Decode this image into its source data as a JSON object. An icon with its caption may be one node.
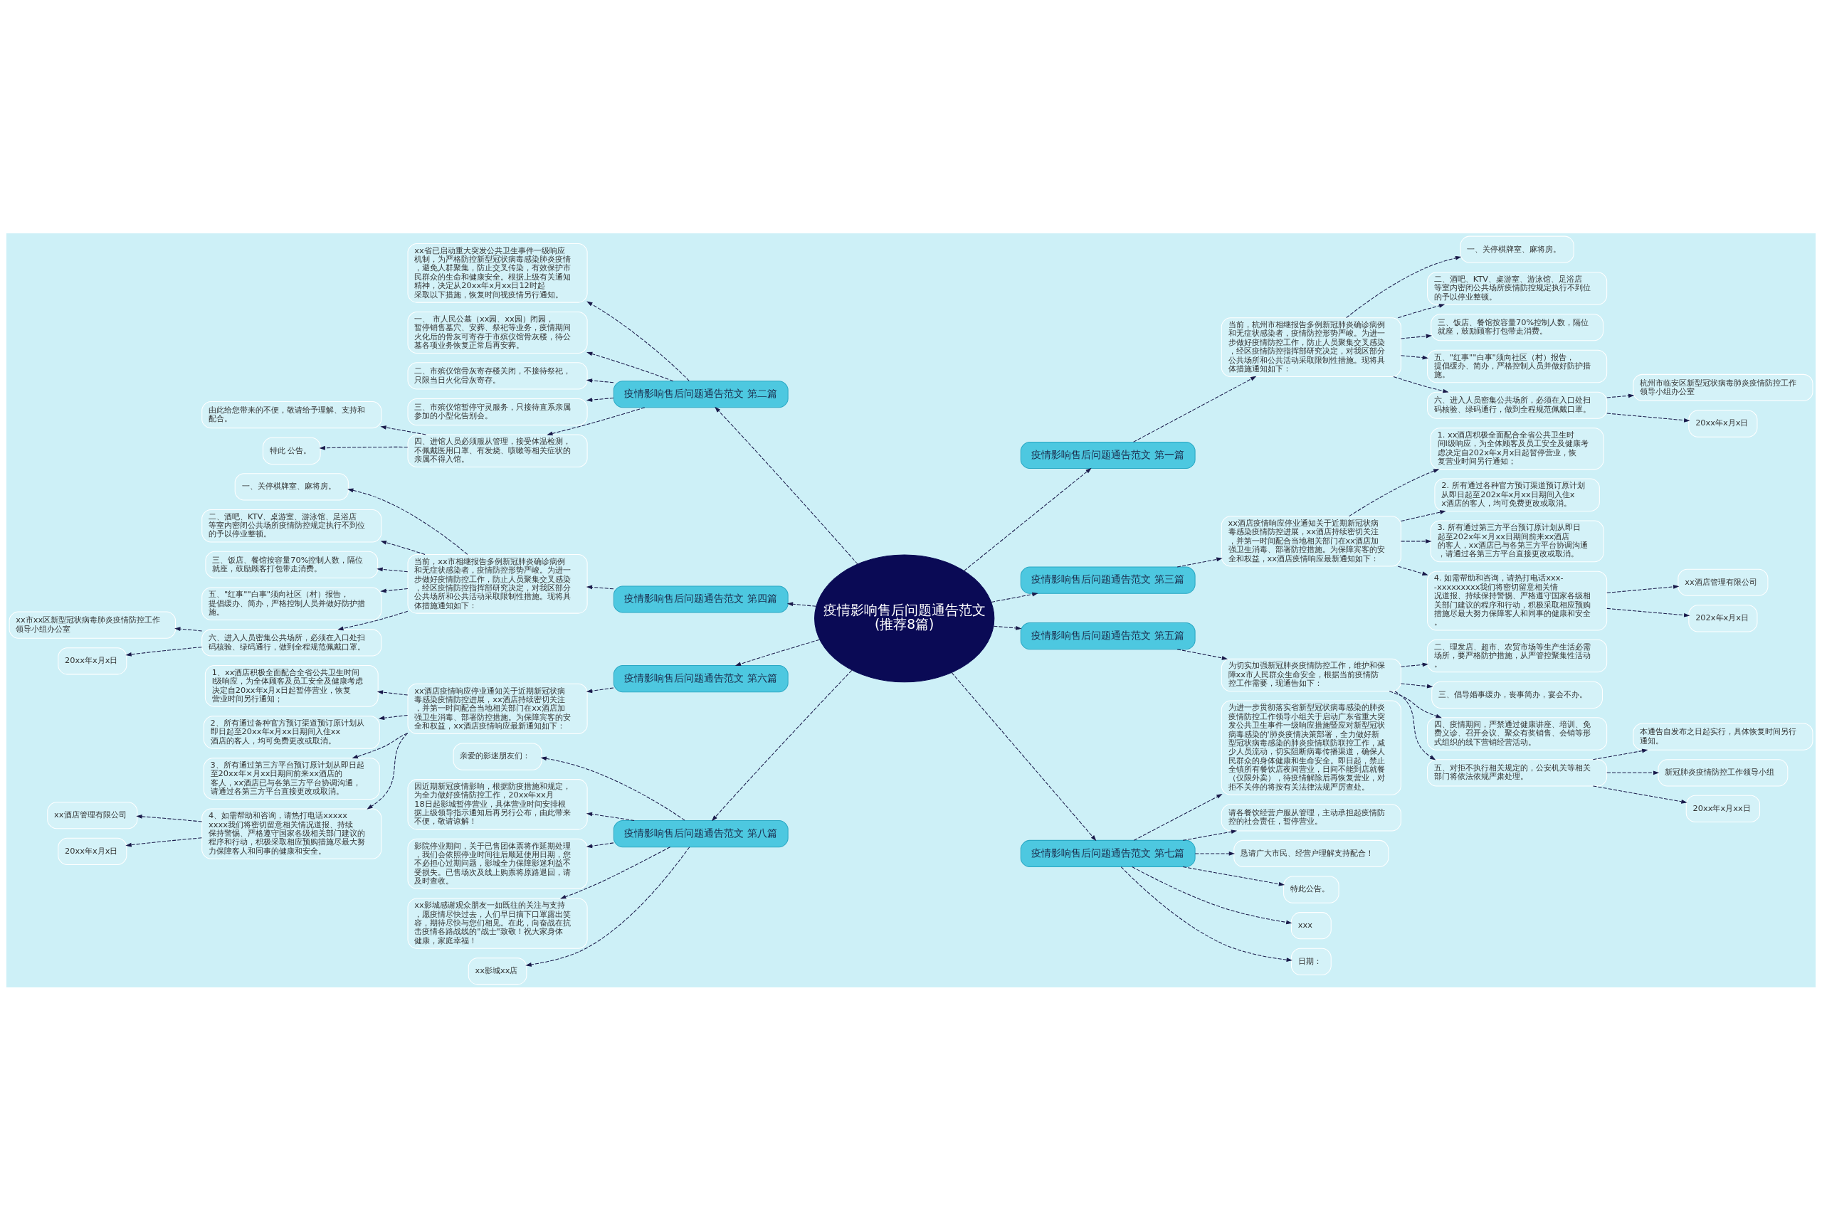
{
  "diagram": {
    "nodes": [
      {
        "text": [
          "疫情影响售后问题通告范文(推荐8篇)"
        ]
      },
      {
        "text": [
          "疫情影响售后问题通告范文 第一篇"
        ]
      },
      {
        "text": [
          "当前，杭州市相继报告多例新冠肺炎确诊病例和无症状感染者，疫情防控形势严峻。为进一步做好疫情防控工作，防止人员聚集交叉感染，经区疫情防控指挥部研究决定，对我区部分公共场所和公共活动采取限制性措施。现将具体措施通知如下："
        ]
      },
      {
        "text": [
          "一、关停棋牌室、麻将房。"
        ]
      },
      {
        "text": [
          "二、酒吧、KTV、桌游室、游泳馆、足浴店等室内密闭公共场所疫情防控规定执行不到位的予以停业整顿。"
        ]
      },
      {
        "text": [
          "三、饭店、餐馆按容量70%控制人数，隔位就座，鼓励顾客打包带走消费。"
        ]
      },
      {
        "text": [
          "五、\"红事\"\"白事\"须向社区（村）报告，提倡缓办、简办，严格控制人员并做好防护措施。"
        ]
      },
      {
        "text": [
          "六、进入人员密集公共场所，必须在入口处扫码核验、绿码通行，做到全程规范佩戴口罩。"
        ]
      },
      {
        "text": [
          "杭州市临安区新型冠状病毒肺炎疫情防控工作领导小组办公室"
        ]
      },
      {
        "text": [
          "20xx年x月x日"
        ]
      },
      {
        "text": [
          "疫情影响售后问题通告范文 第二篇"
        ]
      },
      {
        "text": [
          "xx省已启动重大突发公共卫生事件一级响应机制，为严格防控新型冠状病毒感染肺炎疫情，避免人群聚集，防止交叉传染，有效保护市民群众的生命和健康安全。根据上级有关通知精神，决定从20xx年x月xx日12时起采取以下措施，恢复时间视疫情另行通知。"
        ]
      },
      {
        "text": [
          "一、 市人民公墓（xx园、xx园）闭园，暂停销售墓穴、安葬、祭祀等业务，疫情期间火化后的骨灰可寄存于市殡仪馆骨灰楼，待公墓各项业务恢复正常后再安葬。"
        ]
      },
      {
        "text": [
          "二、市殡仪馆骨灰寄存楼关闭，不接待祭祀，只限当日火化骨灰寄存。"
        ]
      },
      {
        "text": [
          "三、市殡仪馆暂停守灵服务，只接待直系亲属参加的小型化告别会。"
        ]
      },
      {
        "text": [
          "四、进馆人员必须服从管理，接受体温检测，不佩戴医用口罩、有发烧、咳嗽等相关症状的亲属不得入馆。"
        ]
      },
      {
        "text": [
          "由此给您带来的不便，敬请给予理解、支持和配合。"
        ]
      },
      {
        "text": [
          "特此 公告。"
        ]
      },
      {
        "text": [
          "疫情影响售后问题通告范文 第三篇"
        ]
      },
      {
        "text": [
          "xx酒店疫情响应停业通知关于近期新冠状病毒感染疫情防控进展，xx酒店持续密切关注，并第一时间配合当地相关部门在xx酒店加强卫生消毒、部署防控措施。为保障宾客的安全和权益，xx酒店疫情响应最新通知如下："
        ]
      },
      {
        "text": [
          "1. xx酒店积极全面配合全省公共卫生时间Ⅰ级响应，为全体顾客及员工安全及健康考虑决定自202x年x月x日起暂停营业，恢复营业时间另行通知；"
        ]
      },
      {
        "text": [
          "2. 所有通过各种官方预订渠道预订原计划从即日起至202x年x月xx日期间入住xx酒店的客人，均可免费更改或取消。"
        ]
      },
      {
        "text": [
          "3. 所有通过第三方平台预订原计划从即日起至202x年×月xx日期间前来xx酒店的客人，xx酒店已与各第三方平台协调沟通，请通过各第三方平台直接更改或取消。"
        ]
      },
      {
        "text": [
          "4. 如需帮助和咨询，请热打电话xxx--xxxxxxxxx我们将密切留意相关情况道报、持续保持警惕、严格遵守国家各级相关部门建议的程序和行动，积极采取相应预购措施尽最大努力保障客人和同事的健康和安全。"
        ]
      },
      {
        "text": [
          "xx酒店管理有限公司"
        ]
      },
      {
        "text": [
          "202x年x月x日"
        ]
      },
      {
        "text": [
          "疫情影响售后问题通告范文 第四篇"
        ]
      },
      {
        "text": [
          "当前，xx市相继报告多例新冠肺炎确诊病例和无症状感染者，疫情防控形势严峻。为进一步做好疫情防控工作，防止人员聚集交叉感染，经区疫情防控指挥部研究决定，对我区部分公共场所和公共活动采取限制性措施。现将具体措施通知如下："
        ]
      },
      {
        "text": [
          "一、关停棋牌室、麻将房。"
        ]
      },
      {
        "text": [
          "二、酒吧、KTV、桌游室、游泳馆、足浴店等室内密闭公共场所疫情防控规定执行不到位的予以停业整顿。"
        ]
      },
      {
        "text": [
          "三、饭店、餐馆按容量70%控制人数，隔位就座，鼓励顾客打包带走消费。"
        ]
      },
      {
        "text": [
          "五、\"红事\"\"白事\"须向社区（村）报告，提倡缓办、简办，严格控制人员并做好防护措施。"
        ]
      },
      {
        "text": [
          "六、进入人员密集公共场所，必须在入口处扫码核验、绿码通行，做到全程规范佩戴口罩。"
        ]
      },
      {
        "text": [
          "xx市xx区新型冠状病毒肺炎疫情防控工作领导小组办公室"
        ]
      },
      {
        "text": [
          "20xx年x月x日"
        ]
      },
      {
        "text": [
          "疫情影响售后问题通告范文 第五篇"
        ]
      },
      {
        "text": [
          "为切实加强新冠肺炎疫情防控工作，维护和保障xx市人民群众生命安全，根据当前疫情防控工作需要，现通告如下："
        ]
      },
      {
        "text": [
          "二、理发店、超市、农贸市场等生产生活必需场所，要严格防护措施，从严管控聚集性活动。"
        ]
      },
      {
        "text": [
          "三、倡导婚事缓办，丧事简办，宴会不办。"
        ]
      },
      {
        "text": [
          "四、疫情期间，严禁通过健康讲座、培训、免费义诊、召开会议、聚众有奖销售、会销等形式组织的线下营销经营活动。"
        ]
      },
      {
        "text": [
          "五、对拒不执行相关规定的，公安机关等相关部门将依法依规严肃处理。"
        ]
      },
      {
        "text": [
          "本通告自发布之日起实行，具体恢复时间另行通知。"
        ]
      },
      {
        "text": [
          "新冠肺炎疫情防控工作领导小组"
        ]
      },
      {
        "text": [
          "20xx年x月xx日"
        ]
      },
      {
        "text": [
          "疫情影响售后问题通告范文 第六篇"
        ]
      },
      {
        "text": [
          "xx酒店疫情响应停业通知关于近期新冠状病毒感染疫情防控进展，xx酒店持续密切关注，并第一时间配合当地相关部门在xx酒店加强卫生消毒、部署防控措施。为保障宾客的安全和权益，xx酒店疫情响应最新通知如下："
        ]
      },
      {
        "text": [
          "1、xx酒店积极全面配合全省公共卫生时间Ⅰ级响应，为全体顾客及员工安全及健康考虑决定自20xx年x月x日起暂停营业，恢复营业时间另行通知；"
        ]
      },
      {
        "text": [
          "2、所有通过备种官方预订渠道预订原计划从即日起至20xx年x月xx日期间入住xx酒店的客人，均可免费更改或取消。"
        ]
      },
      {
        "text": [
          "3、所有通过第三方平台预订原计划从即日起至20xx年×月xx日期间前来xx酒店的客人，xx酒店已与各第三方平台协调沟通，请通过各第三方平台直接更改或取消。"
        ]
      },
      {
        "text": [
          "4、如需帮助和咨询，请热打电话xxxxxxxxx我们将密切留意相关情况道报、持续保持警惕、严格遵守国家各级相关部门建议的程序和行动，积极采取相应预购措施尽最大努力保障客人和同事的健康和安全。"
        ]
      },
      {
        "text": [
          "xx酒店管理有限公司"
        ]
      },
      {
        "text": [
          "20xx年x月x日"
        ]
      },
      {
        "text": [
          "疫情影响售后问题通告范文 第七篇"
        ]
      },
      {
        "text": [
          "为进一步贯彻落实省新型冠状病毒感染的肺炎疫情防控工作领导小组关于启动广东省重大突发公共卫生事件一级响应措施暨应对新型冠状病毒感染的'肺炎疫情决策部署，全力做好新型冠状病毒感染的肺炎疫情联防联控工作，减少人员流动，切实阻断病毒传播渠道，确保人民群众的身体健康和生命安全。即日起，禁止全镇所有餐饮店夜间营业，日间不能到店就餐（仅限外卖），待疫情解除后再恢复营业，对拒不关停的将按有关法律法规严厉查处。"
        ]
      },
      {
        "text": [
          "请各餐饮经营户服从管理，主动承担起疫情防控的社会责任，暂停营业。"
        ]
      },
      {
        "text": [
          "恳请广大市民、经营户理解支持配合！"
        ]
      },
      {
        "text": [
          "特此公告。"
        ]
      },
      {
        "text": [
          "xxx"
        ]
      },
      {
        "text": [
          "日期："
        ]
      },
      {
        "text": [
          "疫情影响售后问题通告范文 第八篇"
        ]
      },
      {
        "text": [
          "亲爱的影迷朋友们："
        ]
      },
      {
        "text": [
          "因近期新冠疫情影响，根据防疫措施和规定，为全力做好疫情防控工作，20xx年xx月18日起影城暂停营业，具体营业时间安排根据上级领导指示通知后再另行公布，由此带来不便，敬请谅解！"
        ]
      },
      {
        "text": [
          "影院停业期间，关于已售团体票将作延期处理，我们会依照停业时间往后顺延使用日期，您不必担心过期问题，影城全力保障影迷利益不受损失。已售场次及线上购票将原路退回，请及时查收。"
        ]
      },
      {
        "text": [
          "xx影城感谢观众朋友一如既往的关注与支持，愿疫情尽快过去，人们早日摘下口罩露出笑容，期待尽快与您们相见。在此，向奋战在抗击疫情各路战线的\"战士\"致敬！祝大家身体健康，家庭幸福！"
        ]
      },
      {
        "text": [
          "xx影城xx店"
        ]
      }
    ],
    "edges": [
      {
        "from": 0,
        "to": 1,
        "arrow": "to",
        "style": "dashed"
      },
      {
        "from": 1,
        "to": 2,
        "arrow": "to",
        "style": "dashed"
      },
      {
        "from": 2,
        "to": 3,
        "arrow": "to",
        "style": "dashed"
      },
      {
        "from": 2,
        "to": 4,
        "arrow": "to",
        "style": "dashed"
      },
      {
        "from": 2,
        "to": 5,
        "arrow": "to",
        "style": "dashed"
      },
      {
        "from": 2,
        "to": 6,
        "arrow": "to",
        "style": "dashed"
      },
      {
        "from": 2,
        "to": 7,
        "arrow": "to",
        "style": "dashed"
      },
      {
        "from": 7,
        "to": 8,
        "arrow": "to",
        "style": "dashed"
      },
      {
        "from": 7,
        "to": 9,
        "arrow": "to",
        "style": "dashed"
      },
      {
        "from": 0,
        "to": 10,
        "arrow": "to",
        "style": "dashed"
      },
      {
        "from": 10,
        "to": 11,
        "arrow": "to",
        "style": "dashed"
      },
      {
        "from": 10,
        "to": 12,
        "arrow": "to",
        "style": "dashed"
      },
      {
        "from": 10,
        "to": 13,
        "arrow": "to",
        "style": "dashed"
      },
      {
        "from": 10,
        "to": 14,
        "arrow": "to",
        "style": "dashed"
      },
      {
        "from": 10,
        "to": 15,
        "arrow": "to",
        "style": "dashed"
      },
      {
        "from": 15,
        "to": 16,
        "arrow": "to",
        "style": "dashed"
      },
      {
        "from": 15,
        "to": 17,
        "arrow": "to",
        "style": "dashed"
      },
      {
        "from": 0,
        "to": 18,
        "arrow": "to",
        "style": "dashed"
      },
      {
        "from": 18,
        "to": 19,
        "arrow": "to",
        "style": "dashed"
      },
      {
        "from": 19,
        "to": 20,
        "arrow": "to",
        "style": "dashed"
      },
      {
        "from": 19,
        "to": 21,
        "arrow": "to",
        "style": "dashed"
      },
      {
        "from": 19,
        "to": 22,
        "arrow": "to",
        "style": "dashed"
      },
      {
        "from": 19,
        "to": 23,
        "arrow": "to",
        "style": "dashed"
      },
      {
        "from": 23,
        "to": 24,
        "arrow": "to",
        "style": "dashed"
      },
      {
        "from": 23,
        "to": 25,
        "arrow": "to",
        "style": "dashed"
      },
      {
        "from": 0,
        "to": 26,
        "arrow": "to",
        "style": "dashed"
      },
      {
        "from": 26,
        "to": 27,
        "arrow": "to",
        "style": "dashed"
      },
      {
        "from": 27,
        "to": 28,
        "arrow": "to",
        "style": "dashed"
      },
      {
        "from": 27,
        "to": 29,
        "arrow": "to",
        "style": "dashed"
      },
      {
        "from": 27,
        "to": 30,
        "arrow": "to",
        "style": "dashed"
      },
      {
        "from": 27,
        "to": 31,
        "arrow": "to",
        "style": "dashed"
      },
      {
        "from": 27,
        "to": 32,
        "arrow": "to",
        "style": "dashed"
      },
      {
        "from": 32,
        "to": 33,
        "arrow": "to",
        "style": "dashed"
      },
      {
        "from": 32,
        "to": 34,
        "arrow": "to",
        "style": "dashed"
      },
      {
        "from": 0,
        "to": 35,
        "arrow": "to",
        "style": "dashed"
      },
      {
        "from": 35,
        "to": 36,
        "arrow": "to",
        "style": "dashed"
      },
      {
        "from": 36,
        "to": 37,
        "arrow": "to",
        "style": "dashed"
      },
      {
        "from": 36,
        "to": 38,
        "arrow": "to",
        "style": "dashed"
      },
      {
        "from": 36,
        "to": 39,
        "arrow": "to",
        "style": "dashed"
      },
      {
        "from": 36,
        "to": 40,
        "arrow": "to",
        "style": "dashed"
      },
      {
        "from": 40,
        "to": 41,
        "arrow": "to",
        "style": "dashed"
      },
      {
        "from": 40,
        "to": 42,
        "arrow": "to",
        "style": "dashed"
      },
      {
        "from": 40,
        "to": 43,
        "arrow": "to",
        "style": "dashed"
      },
      {
        "from": 0,
        "to": 44,
        "arrow": "to",
        "style": "dashed"
      },
      {
        "from": 44,
        "to": 45,
        "arrow": "to",
        "style": "dashed"
      },
      {
        "from": 45,
        "to": 46,
        "arrow": "to",
        "style": "dashed"
      },
      {
        "from": 45,
        "to": 47,
        "arrow": "to",
        "style": "dashed"
      },
      {
        "from": 45,
        "to": 48,
        "arrow": "to",
        "style": "dashed"
      },
      {
        "from": 45,
        "to": 49,
        "arrow": "to",
        "style": "dashed"
      },
      {
        "from": 49,
        "to": 50,
        "arrow": "to",
        "style": "dashed"
      },
      {
        "from": 49,
        "to": 51,
        "arrow": "to",
        "style": "dashed"
      },
      {
        "from": 0,
        "to": 52,
        "arrow": "to",
        "style": "dashed"
      },
      {
        "from": 52,
        "to": 53,
        "arrow": "to",
        "style": "dashed"
      },
      {
        "from": 52,
        "to": 54,
        "arrow": "to",
        "style": "dashed"
      },
      {
        "from": 52,
        "to": 55,
        "arrow": "to",
        "style": "dashed"
      },
      {
        "from": 52,
        "to": 56,
        "arrow": "to",
        "style": "dashed"
      },
      {
        "from": 52,
        "to": 57,
        "arrow": "to",
        "style": "dashed"
      },
      {
        "from": 52,
        "to": 58,
        "arrow": "to",
        "style": "dashed"
      },
      {
        "from": 0,
        "to": 59,
        "arrow": "to",
        "style": "dashed"
      },
      {
        "from": 59,
        "to": 60,
        "arrow": "to",
        "style": "dashed"
      },
      {
        "from": 59,
        "to": 61,
        "arrow": "to",
        "style": "dashed"
      },
      {
        "from": 59,
        "to": 62,
        "arrow": "to",
        "style": "dashed"
      },
      {
        "from": 59,
        "to": 63,
        "arrow": "to",
        "style": "dashed"
      },
      {
        "from": 59,
        "to": 64,
        "arrow": "to",
        "style": "dashed"
      }
    ]
  }
}
